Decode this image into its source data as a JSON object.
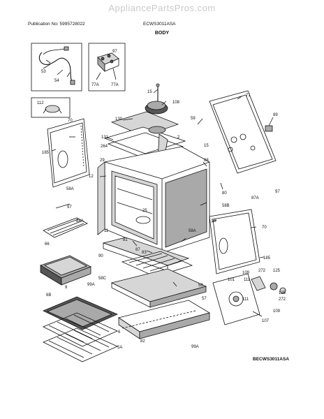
{
  "header": {
    "watermark": "AppliancePartsPros.com",
    "publication": "Publication No: 5995728022",
    "model": "ECWS3011ASA",
    "title": "BODY"
  },
  "footer": {
    "drawing_code": "BECWS3011ASA"
  },
  "callouts": {
    "c53": "53",
    "c54": "54",
    "c97a": "97",
    "c77a1": "77A",
    "c77a2": "77A",
    "c112": "112",
    "c70l": "70",
    "c185l": "185",
    "c130": "130",
    "c131": "131",
    "c264": "264",
    "c29": "29",
    "c12": "12",
    "c58a_l": "58A",
    "c97_l": "97",
    "c13": "13",
    "c108": "108",
    "c71": "71",
    "c59": "59",
    "c89": "89",
    "c2": "2",
    "c15": "15",
    "c88": "88",
    "c80": "80",
    "c97_r": "97",
    "c87a": "87A",
    "c58b": "58B",
    "c25": "25",
    "c66": "66",
    "c11": "11",
    "c88a": "88A",
    "c58a_c": "58A",
    "c56": "56",
    "c70r": "70",
    "c81": "81",
    "c87": "87",
    "c83": "83",
    "c90": "90",
    "c99a_t": "99A",
    "c9": "9",
    "c58c": "58C",
    "c58": "58",
    "c57": "57",
    "c6b": "6B",
    "c6": "6",
    "c5a": "5A",
    "c82": "82",
    "c99a_b": "99A",
    "c185r": "185",
    "c109a": "109",
    "c272a": "272",
    "c125a": "125",
    "c101": "101",
    "c111a": "111",
    "c111b": "111",
    "c272b": "272",
    "c125b": "125",
    "c109b": "109",
    "c107": "107"
  }
}
